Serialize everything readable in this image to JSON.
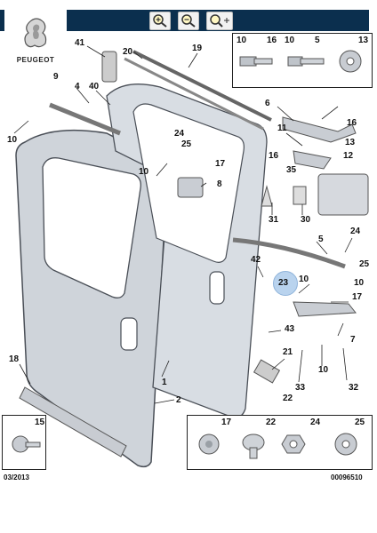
{
  "brand": {
    "name": "PEUGEOT"
  },
  "toolbar": {
    "icons": [
      "zoom-in-icon",
      "zoom-out-icon",
      "zoom-pan-icon"
    ]
  },
  "top_right_parts": [
    {
      "num": "10"
    },
    {
      "num": "16"
    },
    {
      "num": "10"
    },
    {
      "num": "5"
    },
    {
      "num": "13"
    }
  ],
  "bottom_left_parts": [
    {
      "num": "15"
    }
  ],
  "bottom_right_parts": [
    {
      "num": "17"
    },
    {
      "num": "22"
    },
    {
      "num": "24"
    },
    {
      "num": "25"
    }
  ],
  "callouts": [
    "41",
    "20",
    "19",
    "4",
    "9",
    "40",
    "10",
    "6",
    "11",
    "13",
    "24",
    "25",
    "10",
    "16",
    "12",
    "17",
    "8",
    "35",
    "31",
    "30",
    "5",
    "24",
    "25",
    "42",
    "23",
    "10",
    "10",
    "17",
    "43",
    "7",
    "18",
    "1",
    "21",
    "10",
    "33",
    "22",
    "32",
    "2",
    "9",
    "16",
    "10"
  ],
  "highlighted_part": "23",
  "footer": {
    "date": "03/2013",
    "code": "00096510"
  },
  "colors": {
    "toolbar": "#0b2f4e",
    "highlight": "#b9d3ee",
    "door_fill": "#cfd4da",
    "door_stroke": "#4a4f57"
  }
}
